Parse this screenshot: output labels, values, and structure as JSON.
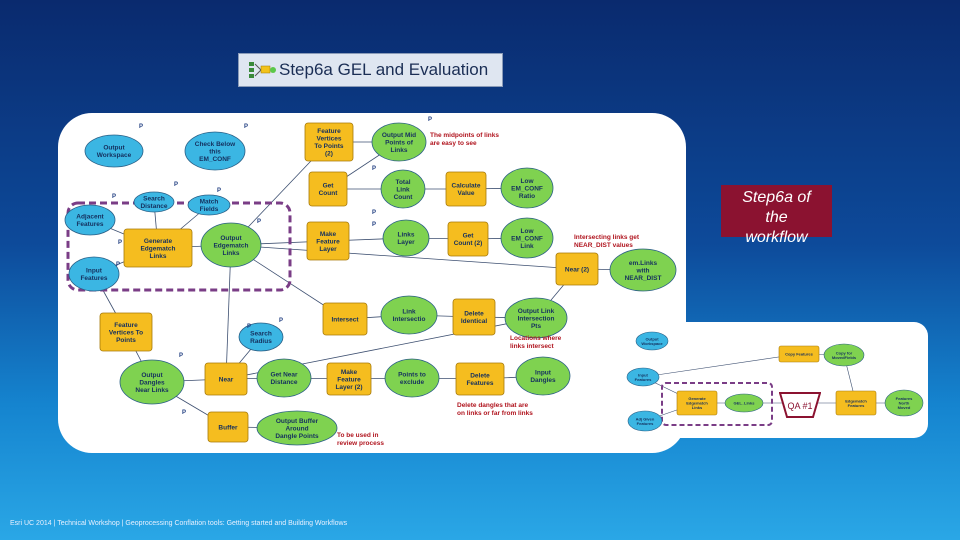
{
  "title": "Step6a GEL and Evaluation",
  "callout": {
    "line1": "Step6a of",
    "line2": "the",
    "line3": "workflow"
  },
  "qa_label": "QA #1",
  "footer": "Esri UC 2014 | Technical Workshop | Geoprocessing Conflation tools: Getting started and Building Workflows",
  "colors": {
    "data_node": "#3bb6e3",
    "tool_node": "#f5bd1f",
    "output_node": "#7fd250",
    "dash_box": "#7a3d86",
    "callout": "#8b1230"
  },
  "main_nodes": {
    "output_workspace": [
      "Output",
      "Workspace"
    ],
    "check_below": [
      "Check Below",
      "this",
      "EM_CONF"
    ],
    "search_distance": [
      "Search",
      "Distance"
    ],
    "adjacent_features": [
      "Adjacent",
      "Features"
    ],
    "match_fields": [
      "Match",
      "Fields"
    ],
    "generate_edgematch": [
      "Generate",
      "Edgematch",
      "Links"
    ],
    "output_edgematch": [
      "Output",
      "Edgematch",
      "Links"
    ],
    "input_features": [
      "Input",
      "Features"
    ],
    "feature_vertices_2": [
      "Feature",
      "Vertices",
      "To Points",
      "(2)"
    ],
    "output_mid_points": [
      "Output Mid",
      "Points of",
      "Links"
    ],
    "get_count": [
      "Get",
      "Count"
    ],
    "total_link_count": [
      "Total",
      "Link",
      "Count"
    ],
    "calculate_value": [
      "Calculate",
      "Value"
    ],
    "low_emconf_ratio": [
      "Low",
      "EM_CONF",
      "Ratio"
    ],
    "make_feature_layer": [
      "Make",
      "Feature",
      "Layer"
    ],
    "links_layer": [
      "Links",
      "Layer"
    ],
    "get_count_2": [
      "Get",
      "Count (2)"
    ],
    "low_emconf_link": [
      "Low",
      "EM_CONF",
      "Link"
    ],
    "near_2": [
      "Near (2)"
    ],
    "em_links_near": [
      "em.Links",
      "with",
      "NEAR_DIST"
    ],
    "feature_vertices": [
      "Feature",
      "Vertices To",
      "Points"
    ],
    "intersect": [
      "Intersect"
    ],
    "link_intersection": [
      "Link",
      "Intersectio"
    ],
    "delete_identical": [
      "Delete",
      "Identical"
    ],
    "output_link_intersection": [
      "Output Link",
      "Intersection",
      "Pts"
    ],
    "search_radius": [
      "Search",
      "Radius"
    ],
    "output_dangles": [
      "Output",
      "Dangles",
      "Near Links"
    ],
    "near": [
      "Near"
    ],
    "get_near_distance": [
      "Get Near",
      "Distance"
    ],
    "make_feature_layer_2": [
      "Make",
      "Feature",
      "Layer (2)"
    ],
    "points_to_exclude": [
      "Points to",
      "exclude"
    ],
    "delete_features": [
      "Delete",
      "Features"
    ],
    "input_dangles": [
      "Input",
      "Dangles"
    ],
    "buffer": [
      "Buffer"
    ],
    "output_buffer": [
      "Output Buffer",
      "Around",
      "Dangle Points"
    ]
  },
  "annotations": {
    "midpoints": [
      "The midpoints of links",
      "are easy to see"
    ],
    "intersecting": [
      "Intersecting links get",
      "NEAR_DIST values"
    ],
    "locations": [
      "Locations where",
      "links intersect"
    ],
    "delete_dangles": [
      "Delete dangles that are",
      "on links or far from links"
    ],
    "review": [
      "To be used in",
      "review process"
    ]
  },
  "param_marker": "P",
  "mini_nodes": {
    "output_workspace": [
      "Output",
      "Workspace"
    ],
    "copy_features": [
      "Copy Features"
    ],
    "copy_for_moved": [
      "Copy for",
      "MovedFields"
    ],
    "input_features": [
      "Input",
      "Features"
    ],
    "generate_edgematch": [
      "Generate",
      "Edgematch",
      "Links"
    ],
    "gel_links": [
      "GEL_Links"
    ],
    "edgematch_features": [
      "Edgematch",
      "Features"
    ],
    "output_features": [
      "Features",
      "North",
      "Moved"
    ],
    "adjacent_features": [
      "Adj Given",
      "Features"
    ]
  }
}
